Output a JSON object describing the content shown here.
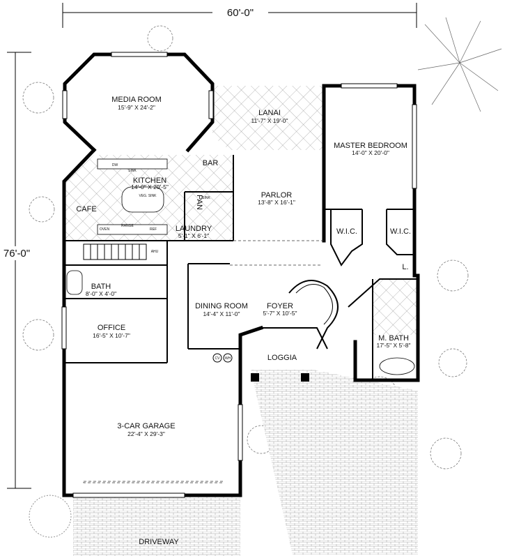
{
  "dimensions": {
    "width_label": "60'-0\"",
    "depth_label": "76'-0\""
  },
  "rooms": {
    "media_room": {
      "name": "MEDIA ROOM",
      "size": "15'-9\" X 24'-2\""
    },
    "lanai": {
      "name": "LANAI",
      "size": "11'-7\" X 19'-0\""
    },
    "master_bedroom": {
      "name": "MASTER BEDROOM",
      "size": "14'-0\" X 20'-0\""
    },
    "bar": {
      "name": "BAR"
    },
    "kitchen": {
      "name": "KITCHEN",
      "size": "14'-0\" X 20'-5\""
    },
    "cafe": {
      "name": "CAFE"
    },
    "pan": {
      "name": "PAN"
    },
    "parlor": {
      "name": "PARLOR",
      "size": "13'-8\" X 16'-1\""
    },
    "laundry": {
      "name": "LAUNDRY",
      "size": "5'-1\" X 6'-1\""
    },
    "wic_left": {
      "name": "W.I.C."
    },
    "wic_right": {
      "name": "W.I.C."
    },
    "linen": {
      "name": "L."
    },
    "bath": {
      "name": "BATH",
      "size": "8'-0\" X 4'-0\""
    },
    "dining_room": {
      "name": "DINING ROOM",
      "size": "14'-4\" X 11'-0\""
    },
    "foyer": {
      "name": "FOYER",
      "size": "5'-7\" X 10'-5\""
    },
    "office": {
      "name": "OFFICE",
      "size": "16'-5\" X 10'-7\""
    },
    "m_bath": {
      "name": "M. BATH",
      "size": "17'-5\" X 5'-8\""
    },
    "loggia": {
      "name": "LOGGIA"
    },
    "garage": {
      "name": "3-CAR GARAGE",
      "size": "22'-4\" X 29'-3\""
    },
    "driveway": {
      "name": "DRIVEWAY"
    }
  },
  "fixtures": {
    "dw": "DW",
    "sink": "SINK",
    "veg_sink": "VEG. SINK",
    "oven": "OVEN",
    "range": "RANGE",
    "ref": "REF",
    "ahu": "AHU",
    "sink_laundry": "SINK",
    "cv": "CV",
    "wh": "WH"
  }
}
